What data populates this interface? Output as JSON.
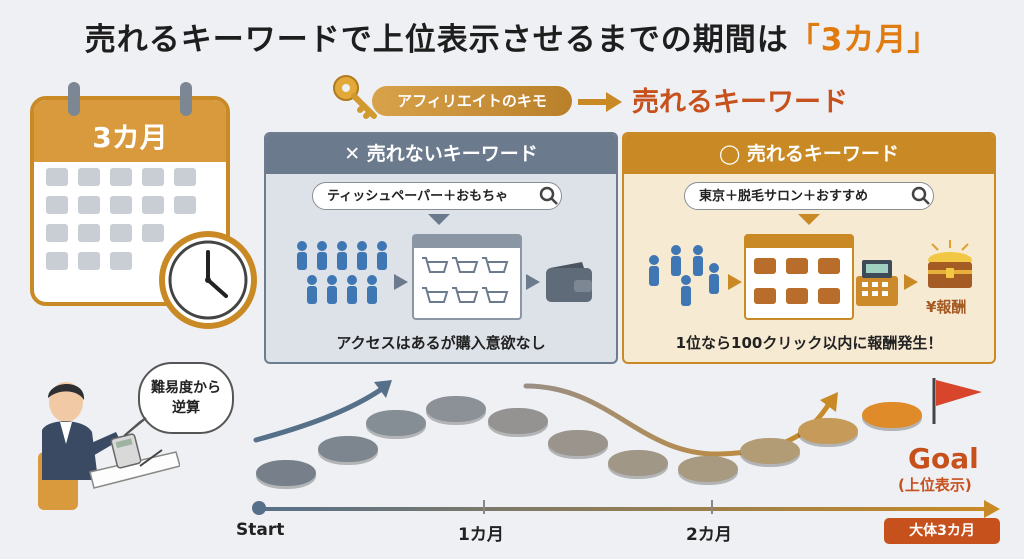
{
  "title": {
    "main": "売れるキーワードで上位表示させるまでの期間は",
    "highlight": "「3カ月」"
  },
  "calendar": {
    "label": "3カ月"
  },
  "tagline": {
    "pill": "アフィリエイトのキモ",
    "result": "売れるキーワード"
  },
  "bad_panel": {
    "header": "✕ 売れないキーワード",
    "search_text": "ティッシュペーパー＋おもちゃ",
    "caption": "アクセスはあるが購入意欲なし"
  },
  "good_panel": {
    "header": "◯ 売れるキーワード",
    "search_text": "東京＋脱毛サロン＋おすすめ",
    "reward_label": "¥報酬",
    "caption": "1位なら100クリック以内に報酬発生！"
  },
  "speech_bubble": {
    "line1": "難易度から",
    "line2": "逆算"
  },
  "timeline": {
    "start": "Start",
    "month1": "1カ月",
    "month2": "2カ月",
    "end_badge": "大体3カ月"
  },
  "goal": {
    "label": "Goal",
    "sub": "(上位表示)"
  },
  "colors": {
    "accent": "#c7511d",
    "gold": "#c98a25",
    "slate": "#6b7a8c"
  }
}
